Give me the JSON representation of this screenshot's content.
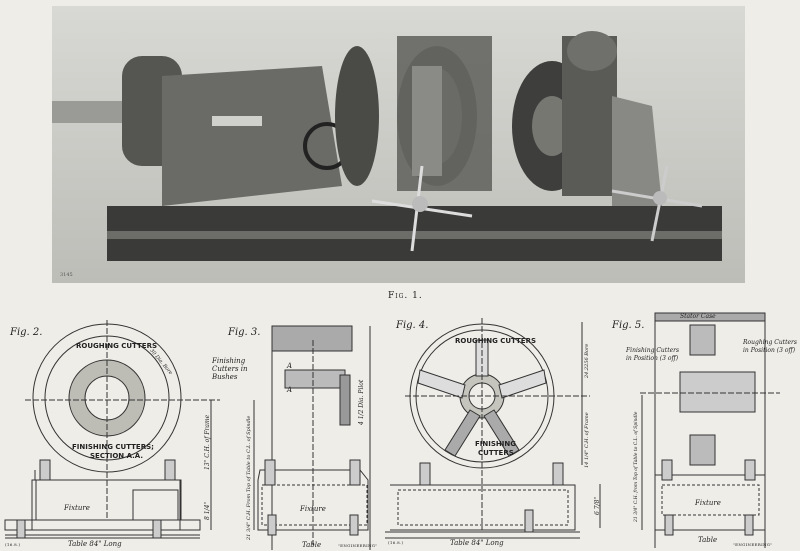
{
  "figure1": {
    "caption": "Fig. 1.",
    "photo_mark": "3145"
  },
  "figure2": {
    "caption": "Fig. 2.",
    "roughing": "ROUGHING CUTTERS",
    "bore": "30 Dia. Bore",
    "finishing": "FINISHING CUTTERS;",
    "section": "SECTION A.A.",
    "frame_dim": "13\" C.H. of Frame",
    "base_dim": "8 1/4\"",
    "fixture": "Fixture",
    "table": "Table 84\" Long",
    "ref": "(16.8.)"
  },
  "figure3": {
    "caption": "Fig. 3.",
    "finishing_bushes": "Finishing Cutters in Bushes",
    "mark_a": "A",
    "pilot": "4 1/2 Dia. Pilot",
    "height_dim": "21 3/4\" C.H. From Top of Table to C.L. of Spindle",
    "fixture": "Fixture",
    "table": "Table",
    "credit": "\"ENGINEERING\""
  },
  "figure4": {
    "caption": "Fig. 4.",
    "roughing": "ROUGHING CUTTERS",
    "finishing1": "FINISHING",
    "finishing2": "CUTTERS",
    "bore": "24.2256 Bore",
    "frame_dim": "14 1/4\" C.H. of Frame",
    "base_dim": "6 7/8\"",
    "table": "Table 84\" Long",
    "ref": "(16.8.)"
  },
  "figure5": {
    "caption": "Fig. 5.",
    "stator": "Stator Case",
    "finishing_pos": "Finishing Cutters in Position (3 off)",
    "roughing_pos": "Roughing Cutters in Position (3 off)",
    "height_dim": "21 3/4\" C.H. from Top of Table to C.L. of Spindle",
    "fixture": "Fixture",
    "table": "Table",
    "credit": "\"ENGINEERING\""
  }
}
